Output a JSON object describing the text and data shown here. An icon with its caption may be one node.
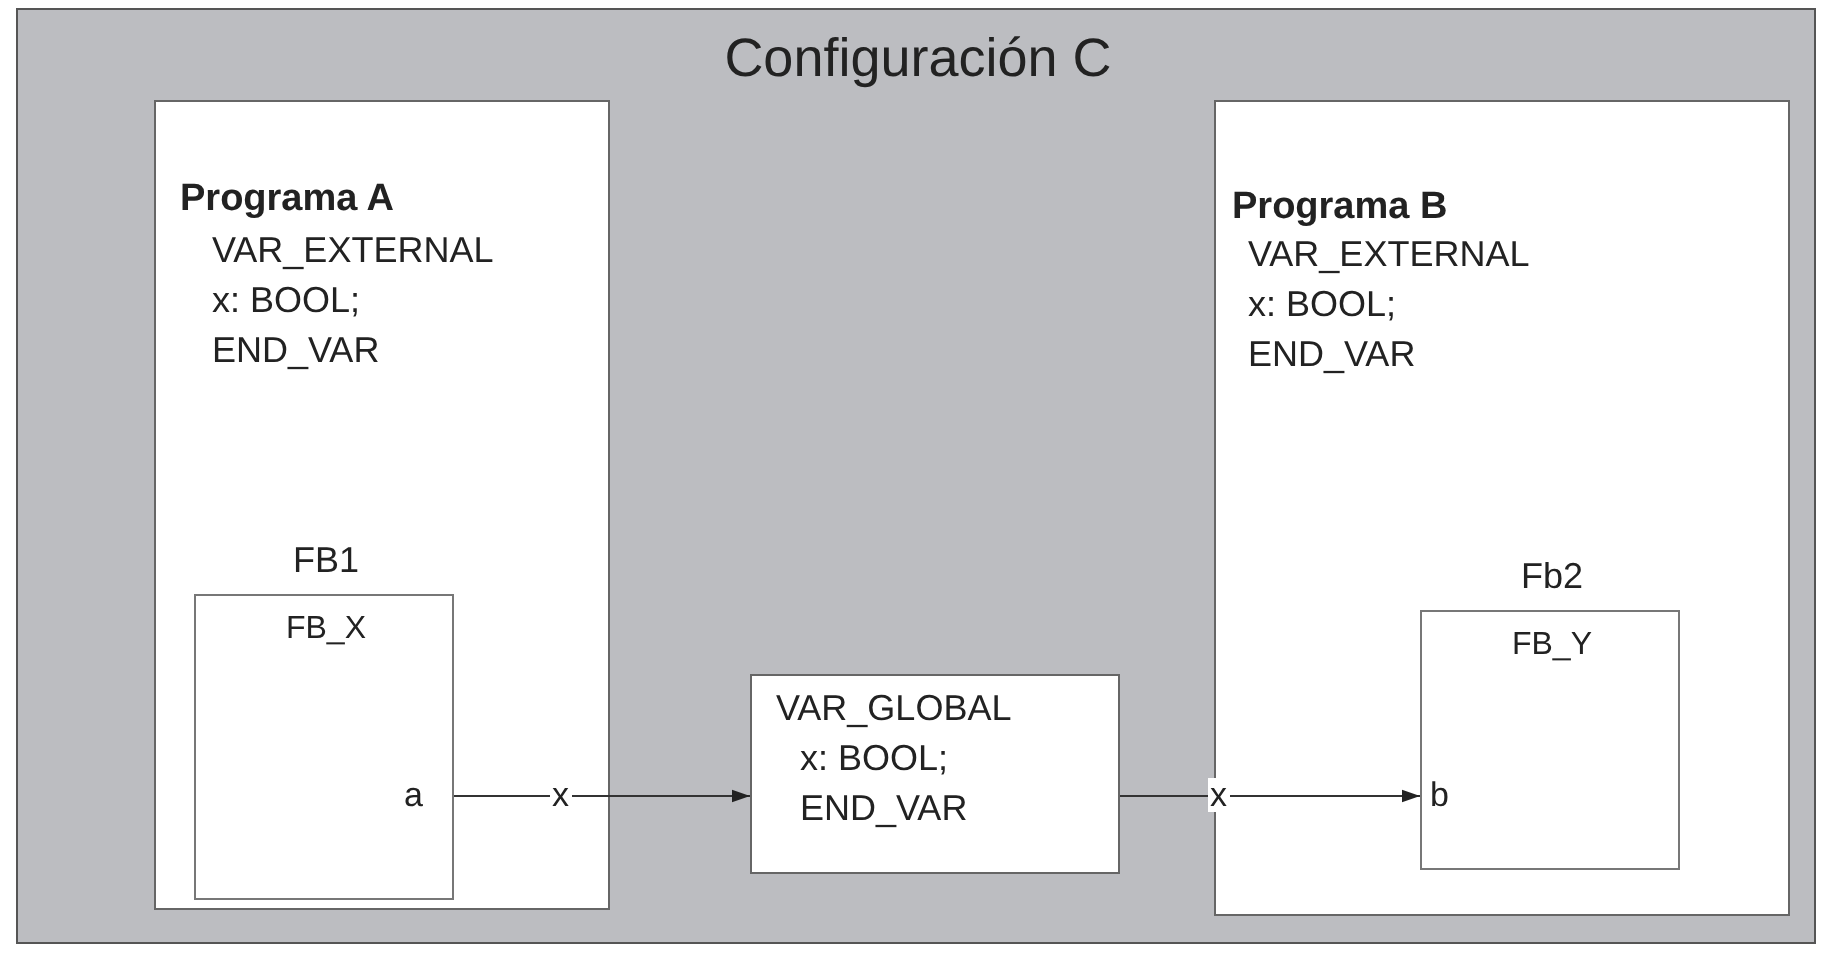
{
  "diagram": {
    "nodes": [
      {
        "text": [
          "Configuración C"
        ]
      },
      {
        "text": [
          "Programa A",
          "VAR_EXTERNAL",
          "x: BOOL;",
          "END_VAR"
        ],
        "in": 0
      },
      {
        "text": [
          "FB1",
          "FB_X",
          "a"
        ],
        "in": 1
      },
      {
        "text": [
          "VAR_GLOBAL",
          "x: BOOL;",
          "END_VAR"
        ],
        "in": 0
      },
      {
        "text": [
          "Programa B",
          "VAR_EXTERNAL",
          "x: BOOL;",
          "END_VAR"
        ],
        "in": 0
      },
      {
        "text": [
          "Fb2",
          "FB_Y",
          "b"
        ],
        "in": 4
      }
    ],
    "edges": [
      {
        "from": 2,
        "to": 3,
        "arrow": "to",
        "label": "x"
      },
      {
        "from": 3,
        "to": 5,
        "arrow": "to",
        "label": "x"
      }
    ]
  }
}
